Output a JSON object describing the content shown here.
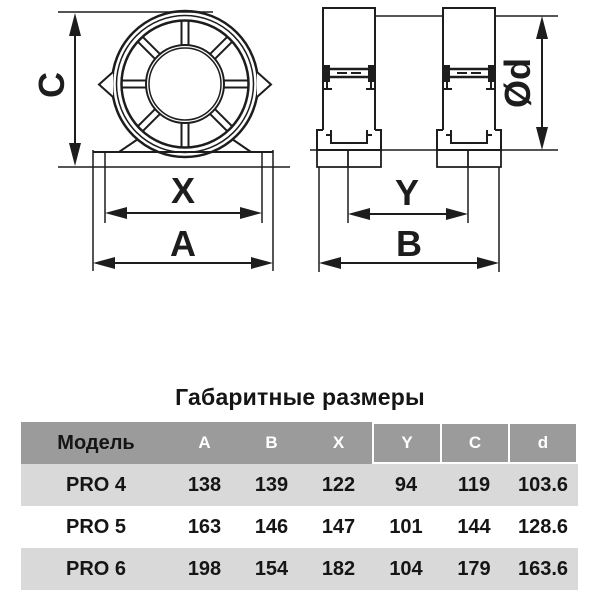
{
  "section_title": "Габаритные размеры",
  "diagram": {
    "line_color": "#1d1d1d",
    "front_view": {
      "label_height": "C",
      "label_width_inner": "X",
      "label_width_outer": "A"
    },
    "side_view": {
      "label_diameter": "Ød",
      "label_width_inner": "Y",
      "label_width_outer": "B"
    }
  },
  "table": {
    "header_bg": "#9b9b9b",
    "stripe_bg": "#d9d9d9",
    "columns": [
      "Модель",
      "A",
      "B",
      "X",
      "Y",
      "C",
      "d"
    ],
    "rows": [
      {
        "model": "PRO 4",
        "a": "138",
        "b": "139",
        "x": "122",
        "y": "94",
        "c": "119",
        "d": "103.6"
      },
      {
        "model": "PRO 5",
        "a": "163",
        "b": "146",
        "x": "147",
        "y": "101",
        "c": "144",
        "d": "128.6"
      },
      {
        "model": "PRO 6",
        "a": "198",
        "b": "154",
        "x": "182",
        "y": "104",
        "c": "179",
        "d": "163.6"
      }
    ]
  }
}
